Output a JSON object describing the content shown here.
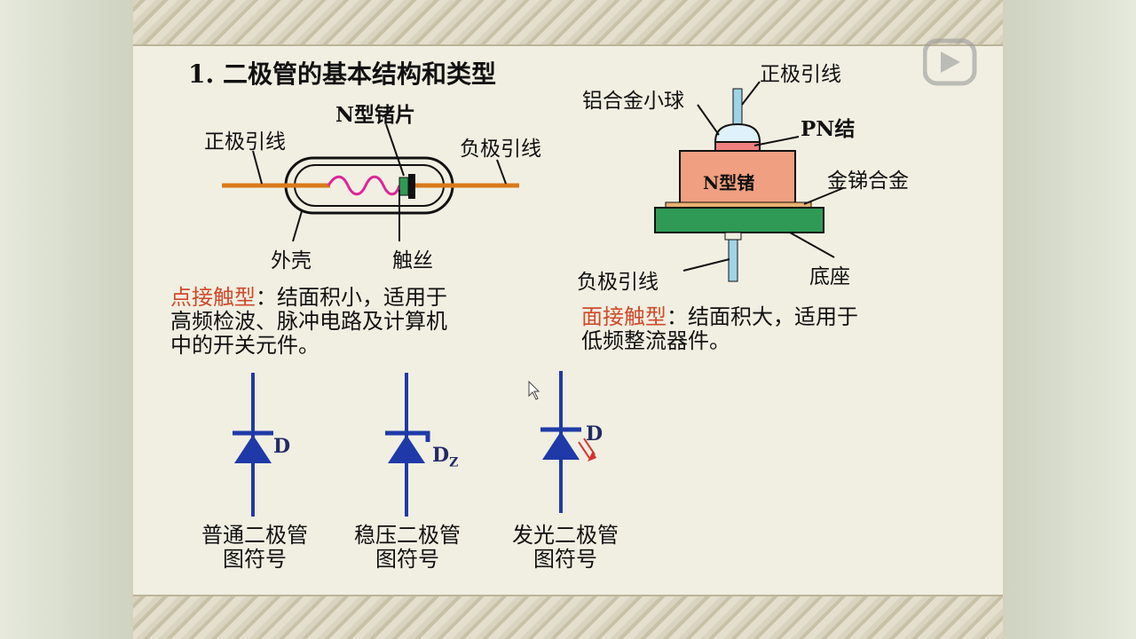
{
  "slide": {
    "title": "1. 二极管的基本结构和类型",
    "point_contact": {
      "labels": {
        "n_type_chip": "N型锗片",
        "positive_lead": "正极引线",
        "negative_lead": "负极引线",
        "shell": "外壳",
        "contact_wire": "触丝"
      },
      "desc_title": "点接触型",
      "desc_body": "：结面积小，适用于\n高频检波、脉冲电路及计算机\n中的开关元件。"
    },
    "junction": {
      "labels": {
        "positive_lead": "正极引线",
        "aluminum_ball": "铝合金小球",
        "pn_junction": "PN结",
        "n_type_ge": "N型锗",
        "gold_antimony": "金锑合金",
        "negative_lead": "负极引线",
        "base": "底座"
      },
      "desc_title": "面接触型",
      "desc_body": "：结面积大，适用于\n低频整流器件。"
    },
    "symbols": [
      {
        "designator": "D",
        "caption": "普通二极管\n图符号"
      },
      {
        "designator": "D",
        "subscript": "Z",
        "caption": "稳压二极管\n图符号"
      },
      {
        "designator": "D",
        "caption": "发光二极管\n图符号"
      }
    ]
  },
  "colors": {
    "symbol_blue": "#1f3aa8",
    "lead_orange": "#d9791a",
    "wire_magenta": "#e0249a",
    "base_green": "#2f9a56",
    "ge_salmon": "#f0a080",
    "accent_red": "#d04a2a"
  }
}
